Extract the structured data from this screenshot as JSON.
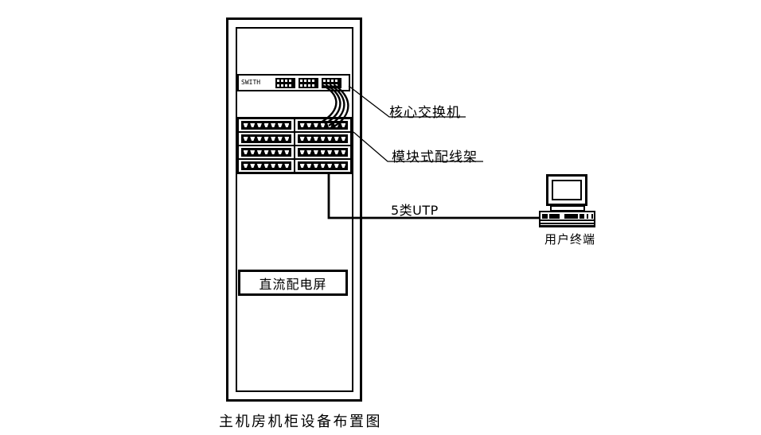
{
  "caption": "主机房机柜设备布置图",
  "cabinet": {
    "switch": {
      "text": "SWITH",
      "port_groups": 3,
      "ports_per_group": 8
    },
    "patch_panel": {
      "rows": 4,
      "columns": 2,
      "jacks_per_module": 7
    },
    "dc_panel_label": "直流配电屏"
  },
  "callouts": {
    "core_switch": "核心交换机",
    "patch_panel": "模块式配线架"
  },
  "cable": {
    "label": "5类UTP"
  },
  "terminal": {
    "label": "用户终端"
  },
  "colors": {
    "line": "#000000",
    "background": "#ffffff"
  }
}
